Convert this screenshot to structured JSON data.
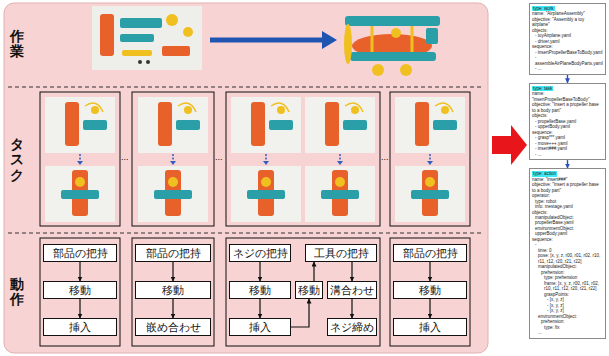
{
  "diagram": {
    "nodes": [
      {
        "text": [
          "部品の把持"
        ]
      },
      {
        "text": [
          "移動"
        ]
      },
      {
        "text": [
          "挿入"
        ]
      },
      {
        "text": [
          "部品の把持"
        ]
      },
      {
        "text": [
          "移動"
        ]
      },
      {
        "text": [
          "嵌め合わせ"
        ]
      },
      {
        "text": [
          "ネジの把持"
        ]
      },
      {
        "text": [
          "移動"
        ]
      },
      {
        "text": [
          "挿入"
        ]
      },
      {
        "text": [
          "移動"
        ]
      },
      {
        "text": [
          "工具の把持"
        ]
      },
      {
        "text": [
          "溝合わせ"
        ]
      },
      {
        "text": [
          "ネジ締め"
        ]
      },
      {
        "text": [
          "部品の把持"
        ]
      },
      {
        "text": [
          "移動"
        ]
      },
      {
        "text": [
          "挿入"
        ]
      },
      {
        "text": [
          "type: work",
          "name: \"AirplaneAssembly\"",
          "objective: \"Assembly a toy airplane\"",
          "objects:",
          "- toyAirplane.yaml",
          "- driver.yaml",
          "sequence:",
          "- insertPropellerBaseToBody.yaml",
          "- assembleAirPlaneBodyParts.yaml",
          "- ..."
        ]
      },
      {
        "text": [
          "type: task",
          "name: \"insertPropellerBaseToBody\"",
          "objective: \"Insert a propeller base to a body part\"",
          "objects:",
          "- propellerBase.yaml",
          "- upperBody.yaml",
          "sequence:",
          "- grasp***.yaml",
          "- move+++.yaml",
          "- insert###.yaml",
          "- ..."
        ]
      },
      {
        "text": [
          "type: action",
          "name: \"insert###\"",
          "objective: \"Insert a propeller base to a body part\"",
          "operator:",
          "type: robot",
          "info: mestage.yaml",
          "objects:",
          "manipulatedObject: propellerBase.yaml",
          "environmentObject: upperBody.yaml",
          "sequence:",
          "-",
          "time: 0",
          "pose: [x, y, z, r00, r01, r02, r10, r11, r12, r20, r21, r22]",
          "manipulatedObject:",
          "prehension:",
          "type: prehension",
          "frame: [x, y, z, r00, r01, r02, r10, r11, r12, r20, r21, r22]",
          "graspPoints:",
          "- [x, y, z]",
          "- [x, y, z]",
          "- [x, y, z]",
          "environmentObject:",
          "prehension:",
          "type: fix",
          "..."
        ]
      }
    ],
    "edges": [
      {
        "from": 0,
        "to": 1,
        "arrow": "to"
      },
      {
        "from": 1,
        "to": 2,
        "arrow": "to"
      },
      {
        "from": 3,
        "to": 4,
        "arrow": "to"
      },
      {
        "from": 4,
        "to": 5,
        "arrow": "to"
      },
      {
        "from": 6,
        "to": 7,
        "arrow": "to"
      },
      {
        "from": 7,
        "to": 8,
        "arrow": "to"
      },
      {
        "from": 8,
        "to": 9,
        "arrow": "to"
      },
      {
        "from": 9,
        "to": 10,
        "arrow": "to"
      },
      {
        "from": 10,
        "to": 11,
        "arrow": "to"
      },
      {
        "from": 11,
        "to": 12,
        "arrow": "to"
      },
      {
        "from": 13,
        "to": 14,
        "arrow": "to"
      },
      {
        "from": 14,
        "to": 15,
        "arrow": "to"
      },
      {
        "from": 16,
        "to": 17,
        "arrow": "to"
      },
      {
        "from": 17,
        "to": 18,
        "arrow": "to"
      }
    ],
    "labels": [
      "作業",
      "タスク",
      "動作",
      "...",
      "...",
      "..."
    ]
  }
}
